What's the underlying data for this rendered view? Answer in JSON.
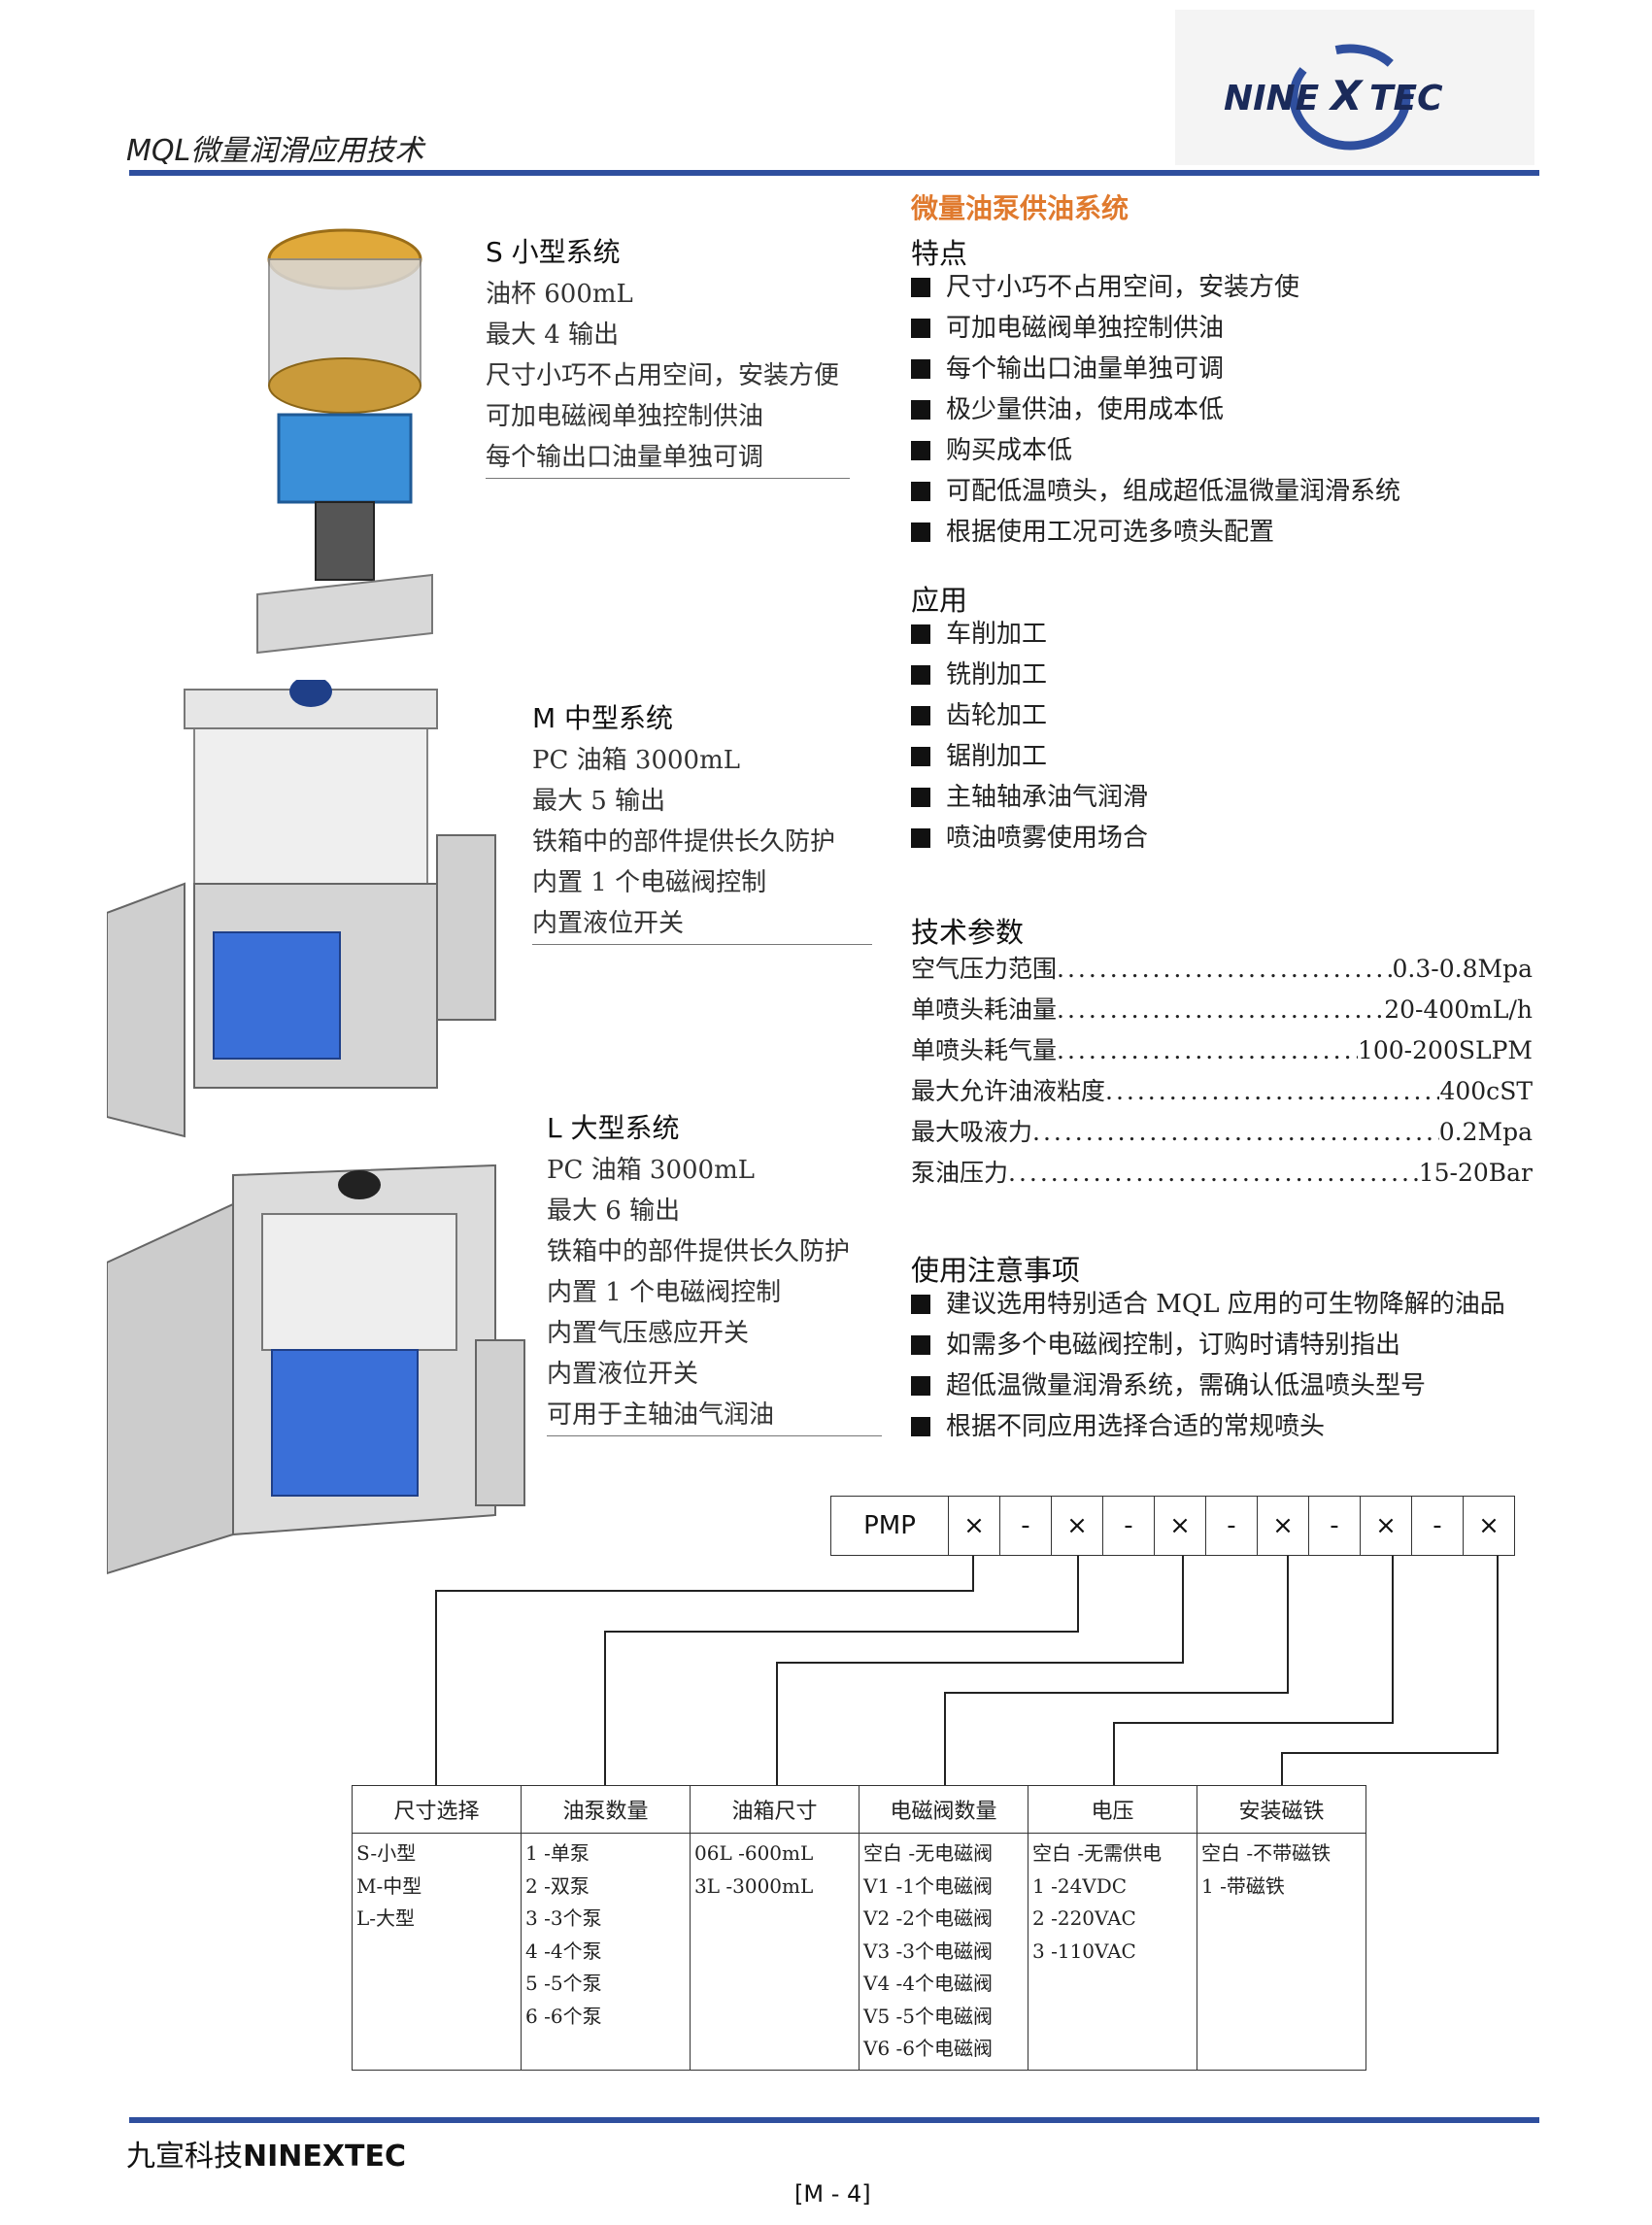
{
  "header": {
    "title": "MQL微量润滑应用技术",
    "logo_text_left": "NINE",
    "logo_text_x": "X",
    "logo_text_right": "TEC"
  },
  "systems": [
    {
      "title": "S 小型系统",
      "lines": [
        "油杯 600mL",
        "最大 4 输出",
        "尺寸小巧不占用空间，安装方便",
        "可加电磁阀单独控制供油",
        "每个输出口油量单独可调"
      ]
    },
    {
      "title": "M 中型系统",
      "lines": [
        "PC 油箱 3000mL",
        "最大 5 输出",
        "铁箱中的部件提供长久防护",
        "内置 1 个电磁阀控制",
        "内置液位开关"
      ]
    },
    {
      "title": "L 大型系统",
      "lines": [
        "PC 油箱 3000mL",
        "最大 6 输出",
        "铁箱中的部件提供长久防护",
        "内置 1 个电磁阀控制",
        "内置气压感应开关",
        "内置液位开关",
        "可用于主轴油气润油"
      ]
    }
  ],
  "right": {
    "section_title": "微量油泵供油系统",
    "features_heading": "特点",
    "features": [
      "尺寸小巧不占用空间，安装方使",
      "可加电磁阀单独控制供油",
      "每个输出口油量单独可调",
      "极少量供油，使用成本低",
      "购买成本低",
      "可配低温喷头，组成超低温微量润滑系统",
      "根据使用工况可选多喷头配置"
    ],
    "applications_heading": "应用",
    "applications": [
      "车削加工",
      "铣削加工",
      "齿轮加工",
      "锯削加工",
      "主轴轴承油气润滑",
      "喷油喷雾使用场合"
    ],
    "params_heading": "技术参数",
    "params": [
      {
        "label": "空气压力范围",
        "value": "0.3-0.8Mpa"
      },
      {
        "label": "单喷头耗油量",
        "value": "20-400mL/h"
      },
      {
        "label": "单喷头耗气量",
        "value": "100-200SLPM"
      },
      {
        "label": "最大允许油液粘度",
        "value": "400cST"
      },
      {
        "label": "最大吸液力",
        "value": "0.2Mpa"
      },
      {
        "label": "泵油压力",
        "value": "15-20Bar"
      }
    ],
    "notes_heading": "使用注意事项",
    "notes": [
      "建议选用特别适合 MQL 应用的可生物降解的油品",
      "如需多个电磁阀控制，订购时请特别指出",
      "超低温微量润滑系统，需确认低温喷头型号",
      "根据不同应用选择合适的常规喷头"
    ]
  },
  "model_code": [
    "PMP",
    "×",
    "-",
    "×",
    "-",
    "×",
    "-",
    "×",
    "-",
    "×",
    "-",
    "×"
  ],
  "options_table": {
    "headers": [
      "尺寸选择",
      "油泵数量",
      "油箱尺寸",
      "电磁阀数量",
      "电压",
      "安装磁铁"
    ],
    "columns": [
      [
        "S-小型",
        "M-中型",
        "L-大型"
      ],
      [
        "1 -单泵",
        "2 -双泵",
        "3 -3个泵",
        "4 -4个泵",
        "5 -5个泵",
        "6 -6个泵"
      ],
      [
        "06L -600mL",
        "3L -3000mL"
      ],
      [
        "空白 -无电磁阀",
        "V1 -1个电磁阀",
        "V2 -2个电磁阀",
        "V3 -3个电磁阀",
        "V4 -4个电磁阀",
        "V5 -5个电磁阀",
        "V6 -6个电磁阀"
      ],
      [
        "空白 -无需供电",
        "1 -24VDC",
        "2 -220VAC",
        "3 -110VAC"
      ],
      [
        "空白 -不带磁铁",
        "1 -带磁铁"
      ]
    ]
  },
  "footer": {
    "company_cn": "九宣科技",
    "company_en": "NINEXTEC",
    "page": "[M - 4]"
  }
}
